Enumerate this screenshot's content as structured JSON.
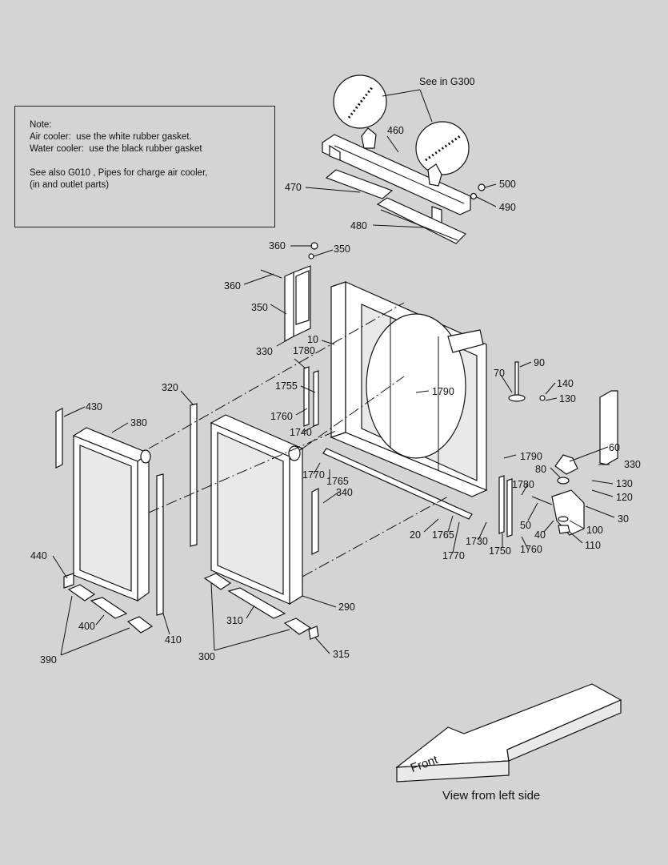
{
  "note": {
    "lines": [
      "Note:",
      "Air cooler:  use the white rubber gasket.",
      "Water cooler:  use the black rubber gasket",
      "",
      "See also G010 , Pipes for charge air cooler,",
      "(in and outlet parts)"
    ]
  },
  "reference_label": "See in G300",
  "front_label": "Front",
  "view_caption": "View from left side",
  "callouts": {
    "c460": "460",
    "c470": "470",
    "c480": "480",
    "c490": "490",
    "c500": "500",
    "c360a": "360",
    "c350a": "350",
    "c360b": "360",
    "c350b": "350",
    "c330a": "330",
    "c10": "10",
    "c1780a": "1780",
    "c1755": "1755",
    "c1760a": "1760",
    "c1740": "1740",
    "c1790a": "1790",
    "c70": "70",
    "c90": "90",
    "c140": "140",
    "c130a": "130",
    "c60": "60",
    "c1790b": "1790",
    "c330b": "330",
    "c80": "80",
    "c130b": "130",
    "c120": "120",
    "c30": "30",
    "c1780b": "1780",
    "c50": "50",
    "c40": "40",
    "c100": "100",
    "c110": "110",
    "c1750": "1750",
    "c1760b": "1760",
    "c1730": "1730",
    "c20": "20",
    "c1765a": "1765",
    "c1770a": "1770",
    "c1765b": "1765",
    "c1770b": "1770",
    "c340": "340",
    "c320": "320",
    "c430": "430",
    "c380": "380",
    "c440": "440",
    "c400": "400",
    "c390": "390",
    "c410": "410",
    "c300": "300",
    "c310": "310",
    "c290": "290",
    "c315": "315"
  }
}
